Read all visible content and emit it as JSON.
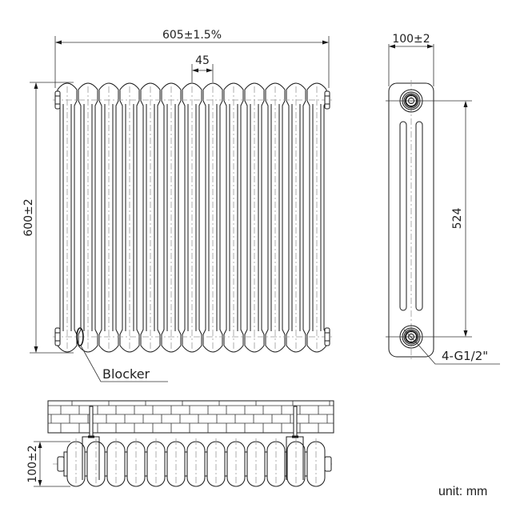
{
  "drawing": {
    "front_view": {
      "overall_width_label": "605±1.5%",
      "column_pitch_label": "45",
      "height_label": "600±2",
      "columns": 13,
      "callout_label": "Blocker"
    },
    "side_view": {
      "depth_label": "100±2",
      "center_distance_label": "524",
      "connection_label": "4-G1/2\""
    },
    "plan_view": {
      "depth_label": "100±2",
      "sections": 13,
      "brackets": 2
    },
    "unit_label": "unit: mm",
    "colors": {
      "line": "#1a1a1a",
      "centerline": "#9a9a9a",
      "background": "#ffffff"
    }
  }
}
